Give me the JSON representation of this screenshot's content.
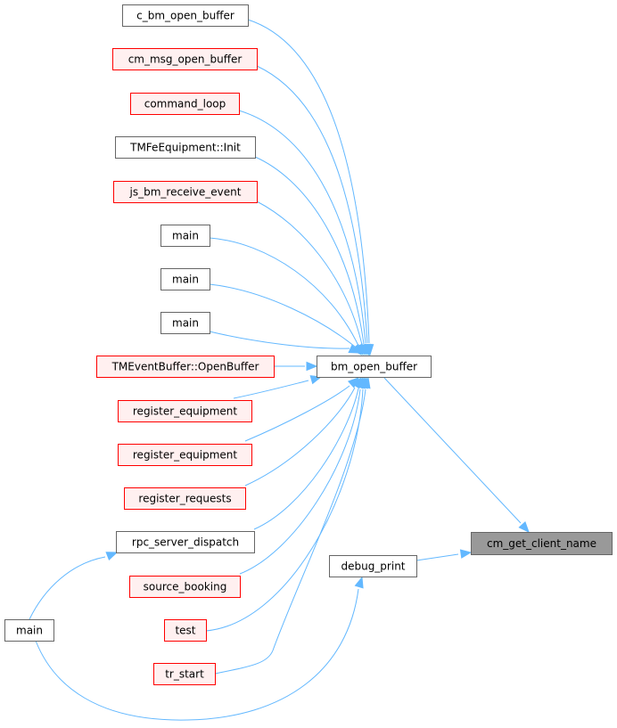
{
  "colors": {
    "edge": "#63b8ff",
    "plain_fill": "#ffffff",
    "plain_border": "#666666",
    "truncated_fill": "#fff0f0",
    "truncated_border": "#ff0000",
    "focus_fill": "#999999",
    "focus_border": "#666666"
  },
  "nodes": [
    {
      "id": "c_bm_open_buffer_a",
      "label": "c_bm_open_buffer",
      "style": "plain"
    },
    {
      "id": "cm_msg_open_buffer",
      "label": "cm_msg_open_buffer",
      "style": "truncated"
    },
    {
      "id": "command_loop",
      "label": "command_loop",
      "style": "truncated"
    },
    {
      "id": "tmfe_init",
      "label": "TMFeEquipment::Init",
      "style": "plain"
    },
    {
      "id": "js_bm_receive_event",
      "label": "js_bm_receive_event",
      "style": "truncated"
    },
    {
      "id": "main_1",
      "label": "main",
      "style": "plain"
    },
    {
      "id": "main_2",
      "label": "main",
      "style": "plain"
    },
    {
      "id": "main_3",
      "label": "main",
      "style": "plain"
    },
    {
      "id": "tmeventbuffer_openbuffer",
      "label": "TMEventBuffer::OpenBuffer",
      "style": "truncated"
    },
    {
      "id": "register_equipment_1",
      "label": "register_equipment",
      "style": "truncated"
    },
    {
      "id": "register_equipment_2",
      "label": "register_equipment",
      "style": "truncated"
    },
    {
      "id": "register_requests",
      "label": "register_requests",
      "style": "truncated"
    },
    {
      "id": "rpc_server_dispatch",
      "label": "rpc_server_dispatch",
      "style": "plain"
    },
    {
      "id": "source_booking",
      "label": "source_booking",
      "style": "truncated"
    },
    {
      "id": "test",
      "label": "test",
      "style": "truncated"
    },
    {
      "id": "tr_start",
      "label": "tr_start",
      "style": "truncated"
    },
    {
      "id": "bm_open_buffer",
      "label": "bm_open_buffer",
      "style": "plain"
    },
    {
      "id": "debug_print",
      "label": "debug_print",
      "style": "plain"
    },
    {
      "id": "cm_get_client_name",
      "label": "cm_get_client_name",
      "style": "focus"
    },
    {
      "id": "main_left",
      "label": "main",
      "style": "plain"
    }
  ],
  "edges": [
    {
      "from": "c_bm_open_buffer_a",
      "to": "bm_open_buffer"
    },
    {
      "from": "cm_msg_open_buffer",
      "to": "bm_open_buffer"
    },
    {
      "from": "command_loop",
      "to": "bm_open_buffer"
    },
    {
      "from": "tmfe_init",
      "to": "bm_open_buffer"
    },
    {
      "from": "js_bm_receive_event",
      "to": "bm_open_buffer"
    },
    {
      "from": "main_1",
      "to": "bm_open_buffer"
    },
    {
      "from": "main_2",
      "to": "bm_open_buffer"
    },
    {
      "from": "main_3",
      "to": "bm_open_buffer"
    },
    {
      "from": "tmeventbuffer_openbuffer",
      "to": "bm_open_buffer"
    },
    {
      "from": "register_equipment_1",
      "to": "bm_open_buffer"
    },
    {
      "from": "register_equipment_2",
      "to": "bm_open_buffer"
    },
    {
      "from": "register_requests",
      "to": "bm_open_buffer"
    },
    {
      "from": "rpc_server_dispatch",
      "to": "bm_open_buffer"
    },
    {
      "from": "source_booking",
      "to": "bm_open_buffer"
    },
    {
      "from": "test",
      "to": "bm_open_buffer"
    },
    {
      "from": "tr_start",
      "to": "bm_open_buffer"
    },
    {
      "from": "main_left",
      "to": "rpc_server_dispatch"
    },
    {
      "from": "main_left",
      "to": "debug_print"
    },
    {
      "from": "bm_open_buffer",
      "to": "cm_get_client_name"
    },
    {
      "from": "debug_print",
      "to": "cm_get_client_name"
    }
  ]
}
